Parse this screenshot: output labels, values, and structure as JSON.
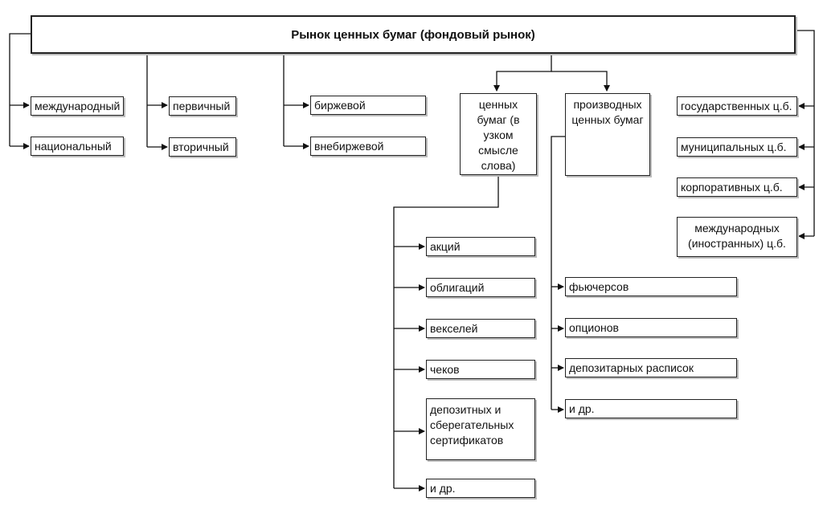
{
  "root": "Рынок ценных бумаг (фондовый рынок)",
  "geography": [
    "международный",
    "национальный"
  ],
  "stage": [
    "первичный",
    "вторичный"
  ],
  "trading": [
    "биржевой",
    "внебиржевой"
  ],
  "securities_narrow": {
    "title": "ценных бумаг (в узком смысле слова)",
    "items": [
      "акций",
      "облигаций",
      "векселей",
      "чеков",
      "депозитных и сберегательных сертификатов",
      "и др."
    ]
  },
  "derivatives": {
    "title": "производных ценных бумаг",
    "items": [
      "фьючерсов",
      "опционов",
      "депозитарных расписок",
      "и др."
    ]
  },
  "issuers": [
    "государственных ц.б.",
    "муниципальных ц.б.",
    "корпоративных ц.б.",
    "международных (иностранных) ц.б."
  ]
}
